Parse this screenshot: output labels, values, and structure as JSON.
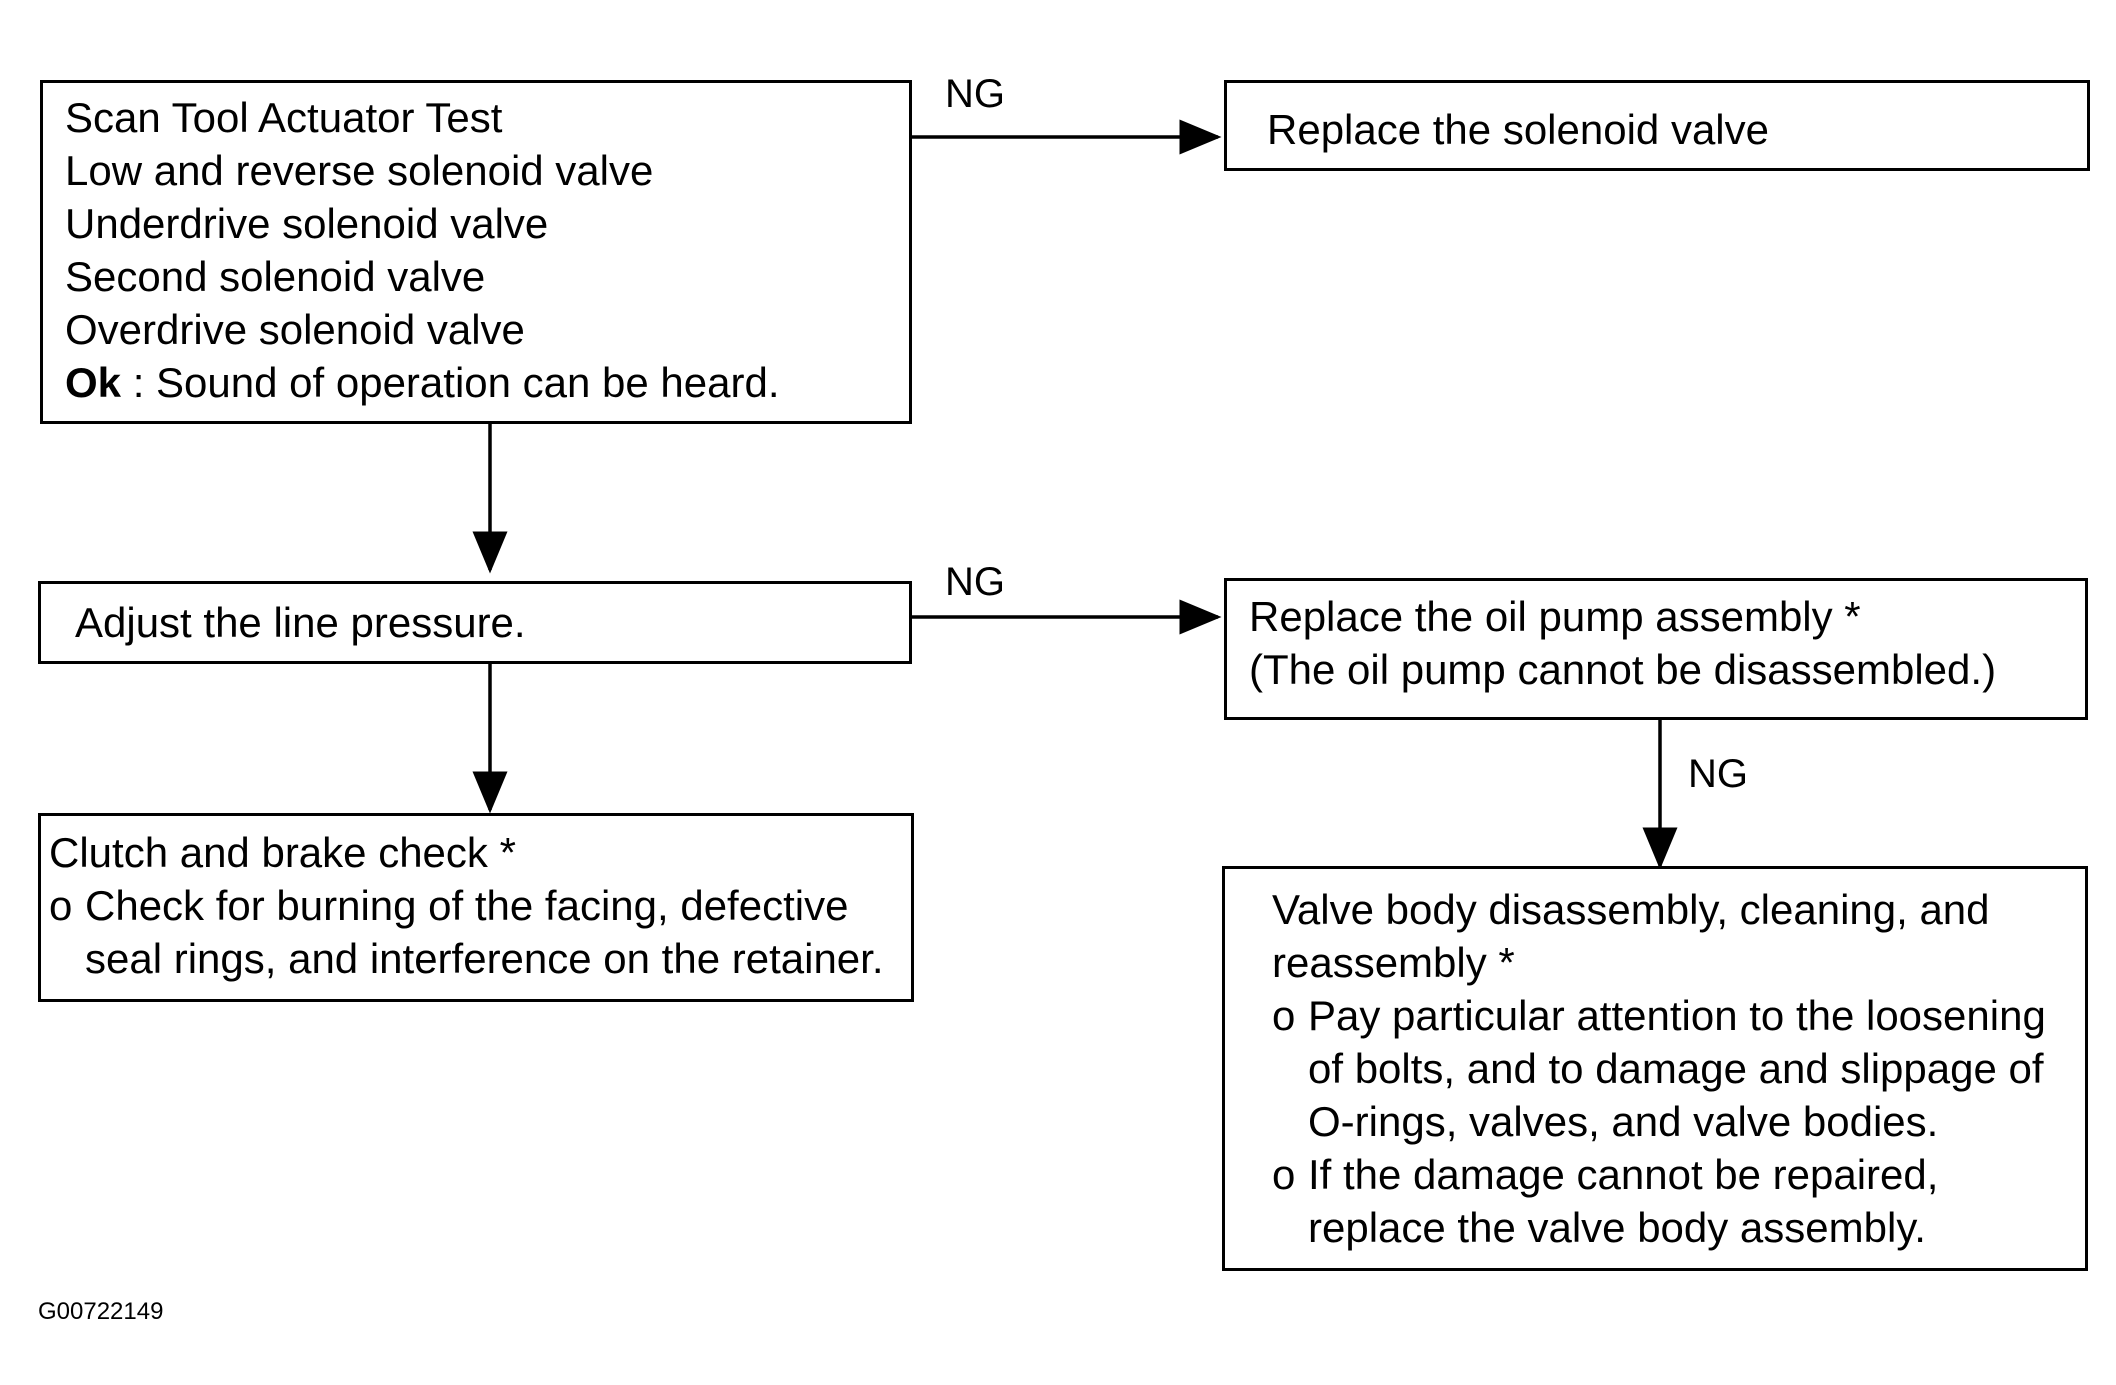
{
  "boxes": {
    "scan_test": {
      "lines": [
        "Scan Tool Actuator Test",
        "Low and reverse solenoid valve",
        "Underdrive solenoid valve",
        "Second solenoid valve",
        "Overdrive solenoid valve"
      ],
      "ok_label": "Ok",
      "ok_text": " : Sound of operation can be heard."
    },
    "replace_solenoid": {
      "text": "Replace the solenoid valve"
    },
    "adjust_pressure": {
      "text": "Adjust the line pressure."
    },
    "replace_pump": {
      "lines": [
        "Replace the oil pump assembly *",
        "(The oil pump cannot be disassembled.)"
      ]
    },
    "clutch_check": {
      "title": "Clutch and brake check *",
      "bullet_marker": "o",
      "bullet_lines": [
        "Check for burning of the facing, defective",
        "seal rings, and interference on the retainer."
      ]
    },
    "valve_body": {
      "title_lines": [
        "Valve body disassembly, cleaning, and",
        "reassembly *"
      ],
      "bullet_marker": "o",
      "bullets": [
        [
          "Pay particular attention to the loosening",
          "of bolts, and to damage and slippage of",
          "O-rings, valves, and valve bodies."
        ],
        [
          "If the damage cannot be repaired,",
          "replace the valve body assembly."
        ]
      ]
    }
  },
  "labels": {
    "ng_1": "NG",
    "ng_2": "NG",
    "ng_3": "NG"
  },
  "figure_id": "G00722149"
}
